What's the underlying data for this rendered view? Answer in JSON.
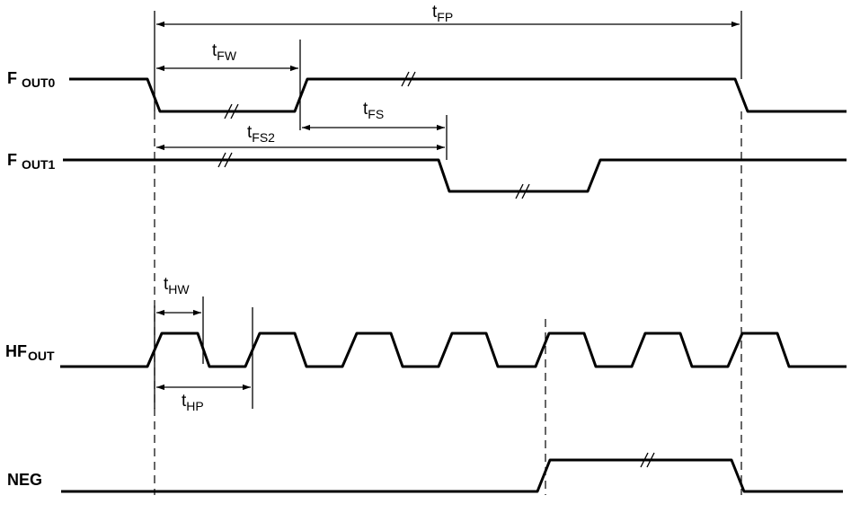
{
  "signals": [
    {
      "id": "fout0",
      "label": "F",
      "sub": "OUT0"
    },
    {
      "id": "fout1",
      "label": "F",
      "sub": "OUT1"
    },
    {
      "id": "hfout",
      "label": "HF",
      "sub": "OUT"
    },
    {
      "id": "neg",
      "label": "NEG",
      "sub": ""
    }
  ],
  "timings": [
    {
      "id": "tfp",
      "label": "t",
      "sub": "FP"
    },
    {
      "id": "tfw",
      "label": "t",
      "sub": "FW"
    },
    {
      "id": "tfs",
      "label": "t",
      "sub": "FS"
    },
    {
      "id": "tfs2",
      "label": "t",
      "sub": "FS2"
    },
    {
      "id": "thw",
      "label": "t",
      "sub": "HW"
    },
    {
      "id": "thp",
      "label": "t",
      "sub": "HP"
    }
  ],
  "colors": {
    "ink": "#000000",
    "background": "#ffffff"
  }
}
